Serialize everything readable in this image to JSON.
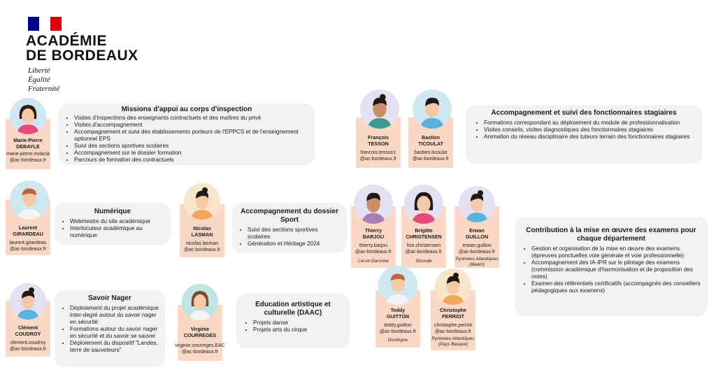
{
  "logo": {
    "name_line1": "ACADÉMIE",
    "name_line2": "DE BORDEAUX",
    "motto1": "Liberté",
    "motto2": "Égalité",
    "motto3": "Fraternité",
    "flag_colors": [
      "#000091",
      "#ffffff",
      "#e1000f"
    ]
  },
  "colors": {
    "card": "#fbd8c5",
    "box": "#f2f2f2"
  },
  "people": {
    "debayle": {
      "first": "Marie-Pierre",
      "last": "DEBAYLE",
      "email1": "marie-pierre.eulacia",
      "email2": "@ac-bordeaux.fr"
    },
    "girardeau": {
      "first": "Laurent",
      "last": "GIRARDEAU",
      "email1": "laurent.girardeau",
      "email2": "@ac-bordeaux.fr"
    },
    "lasman": {
      "first": "Nicolas",
      "last": "LASMAN",
      "email1": "nicolas.lasman",
      "email2": "@ac-bordeaux.fr"
    },
    "coudroy": {
      "first": "Clément",
      "last": "COUDROY",
      "email1": "clement.coudroy",
      "email2": "@ac-bordeaux.fr"
    },
    "courreges": {
      "first": "Virginie",
      "last": "COURREGES",
      "email1": "virginie.courreges.EAC",
      "email2": "@ac-bordeaux.fr"
    },
    "tesson": {
      "first": "François",
      "last": "TESSON",
      "email1": "francois.tesson1",
      "email2": "@ac-bordeaux.fr"
    },
    "ticoulat": {
      "first": "Bastien",
      "last": "TICOULAT",
      "email1": "bastien.ticoulat",
      "email2": "@ac-bordeaux.fr"
    },
    "barjou": {
      "first": "Thierry",
      "last": "BARJOU",
      "email1": "thierry.barjou",
      "email2": "@ac-bordeaux.fr",
      "dept": "Lot-et-Garonne"
    },
    "christensen": {
      "first": "Brigitte",
      "last": "CHRISTENSEN",
      "email1": "lise.christensen",
      "email2": "@ac-bordeaux.fr",
      "dept": "Gironde"
    },
    "guillon": {
      "first": "Erwan",
      "last": "GUILLON",
      "email1": "erwan.guillon",
      "email2": "@ac-bordeaux.fr",
      "dept1": "Pyrénées Atlantiques",
      "dept2": "(Béarn)"
    },
    "guitton": {
      "first": "Teddy",
      "last": "GUITTON",
      "email1": "teddy.guitton",
      "email2": "@ac-bordeaux.fr",
      "dept": "Dordogne"
    },
    "perriot": {
      "first": "Christophe",
      "last": "PERRIOT",
      "email1": "christophe.perriot",
      "email2": "@ac-bordeaux.fr",
      "dept1": "Pyrénées Atlantiques",
      "dept2": "(Pays Basque)"
    }
  },
  "boxes": {
    "missions": {
      "title": "Missions d'appui au corps d'inspection",
      "items": [
        "Visites d'inspections des enseignants contractuels et des maîtres du privé",
        "Visites d'accompagnement",
        "Accompagnement et suivi des établissements porteurs de l'EPPCS et de l'enseignement optionnel EPS",
        "Suivi des sections sportives scolaires",
        "Accompagnement sur le dossier formation",
        "Parcours de formation des contractuels"
      ]
    },
    "numerique": {
      "title": "Numérique",
      "items": [
        "Webmestre du site académique",
        "Interlocuteur académique au numérique"
      ]
    },
    "sport": {
      "title": "Accompagnement du dossier Sport",
      "items": [
        "Suivi des sections sportives scolaires",
        "Génération et Héritage 2024"
      ]
    },
    "nager": {
      "title": "Savoir Nager",
      "items": [
        "Déploiement du projet académique inter-degré autour du savoir nager en sécurité",
        "Formations autour du savoir nager en sécurité et du savoir se sauver",
        "Déploiement du dispositif \"Landes, terre de sauveteurs\""
      ]
    },
    "daac": {
      "title": "Education artistique et culturelle (DAAC)",
      "items": [
        "Projets danse",
        "Projets arts du cirque"
      ]
    },
    "stagiaires": {
      "title": "Accompagnement et suivi des fonctionnaires stagiaires",
      "items": [
        "Formations correspondant au déploiement du module de professionnalisation",
        "Visites conseils, visites diagnostiques des fonctionnaires stagiaires",
        "Animation du réseau disciplinaire des tuteurs terrain des fonctionnaires stagiaires"
      ]
    },
    "examens": {
      "title": "Contribution à la mise en œuvre des examens pour chaque département",
      "items": [
        "Gestion et organisation de la mise en œuvre des examens (épreuves ponctuelles voie générale et voie professionnelle)",
        "Accompagnement des IA-IPR sur le pilotage des examens (commission académique d'harmonisation et de proposition des notes)",
        "Examen des référentiels certificatifs (accompagnés des conseillers pédagogiques aux examens)"
      ]
    }
  }
}
